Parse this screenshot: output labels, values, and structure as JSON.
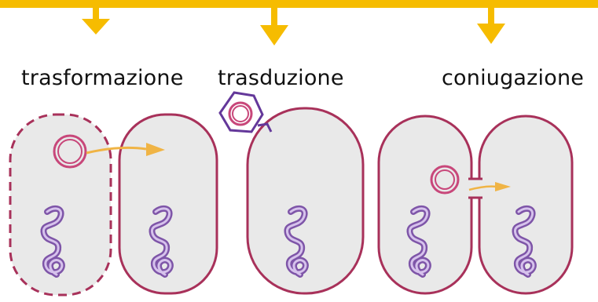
{
  "labels": {
    "transformation": "trasformazione",
    "transduction": "trasduzione",
    "conjugation": "coniugazione"
  },
  "colors": {
    "arrow": "#F6BC00",
    "transfer_arrow": "#F0B445",
    "cell_fill": "#E9E9E9",
    "cell_outline": "#A8315A",
    "plasmid_outer": "#C8477A",
    "plasmid_inner": "#ECB3C5",
    "chromosome_outer": "#7E55A8",
    "chromosome_inner": "#D6C2EC",
    "phage": "#64389A"
  },
  "icons": {
    "top_arrow": "down-arrow-icon",
    "transfer": "right-arrow-icon",
    "plasmid": "plasmid-icon",
    "chromosome": "chromosome-icon",
    "phage": "bacteriophage-icon"
  }
}
